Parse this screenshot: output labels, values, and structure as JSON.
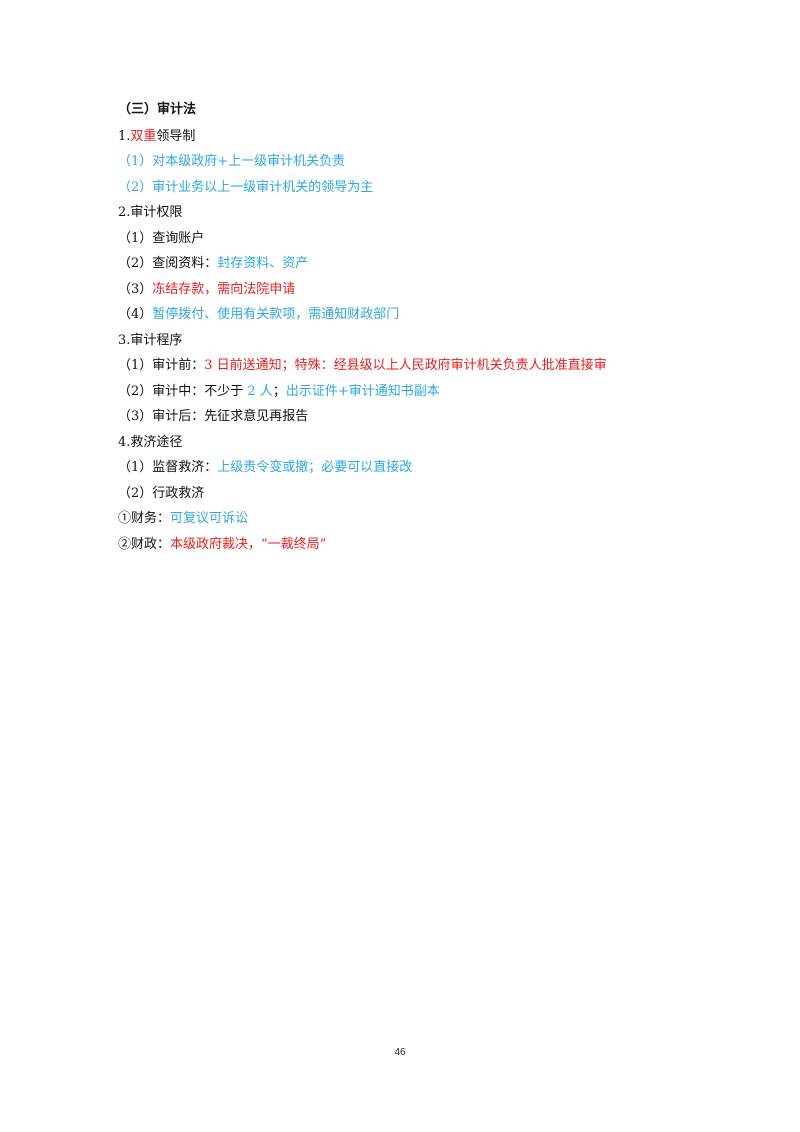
{
  "title": "（三）审计法",
  "items": {
    "s1": "1.",
    "s1_red": "双重",
    "s1_rest": "领导制",
    "s1_1": "（1）对本级政府+上一级审计机关负责",
    "s1_2": "（2）审计业务以上一级审计机关的领导为主",
    "s2": "2.审计权限",
    "s2_1": "（1）查询账户",
    "s2_2_a": "（2）查阅资料：",
    "s2_2_b": "封存资料、资产",
    "s2_3_a": "（3）",
    "s2_3_b": "冻结存款，需向法院申请",
    "s2_4_a": "（4）",
    "s2_4_b": "暂停拨付、使用有关款项，需通知财政部门",
    "s3": "3.审计程序",
    "s3_1_a": "（1）审计前：",
    "s3_1_b": "3 日前送通知；特殊：经县级以上人民政府审计机关负责人批准直接审",
    "s3_2_a": "（2）审计中：不少于 ",
    "s3_2_b": "2 人",
    "s3_2_c": "；",
    "s3_2_d": "出示证件+审计通知书副本",
    "s3_3": "（3）审计后：先征求意见再报告",
    "s4": "4.救济途径",
    "s4_1_a": "（1）监督救济：",
    "s4_1_b": "上级责令变或撤；必要可以直接改",
    "s4_2": "（2）行政救济",
    "s4_2_1_a": "①财务：",
    "s4_2_1_b": "可复议可诉讼",
    "s4_2_2_a": "②财政：",
    "s4_2_2_b": "本级政府裁决，“一裁终局”"
  },
  "colors": {
    "blue": "#2ea8df",
    "red": "#e8201e",
    "text": "#111111"
  },
  "page_number": "46"
}
